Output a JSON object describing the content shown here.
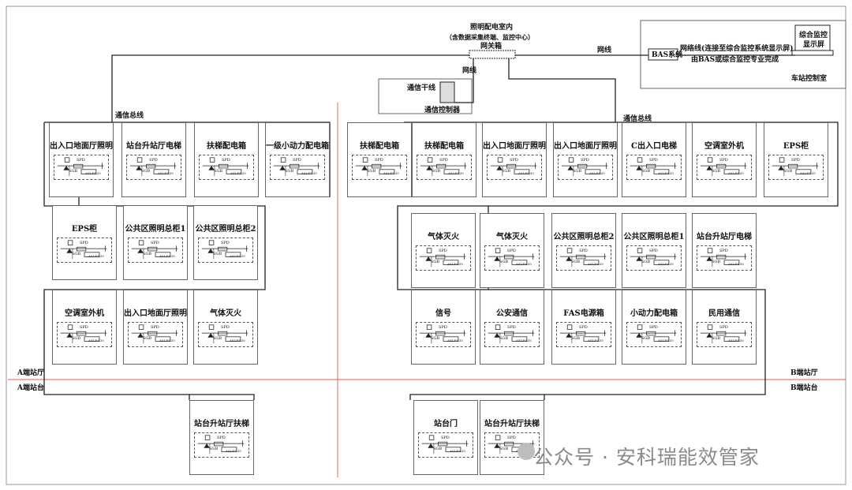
{
  "header": {
    "title_line1": "照明配电室内",
    "title_line2": "（含数据采集终端、监控中心）",
    "gateway": "网关箱",
    "network_line_1": "网线",
    "network_line_2": "网线",
    "comm_trunk": "通信干线",
    "comm_controller": "通信控制器"
  },
  "control_room": {
    "bas": "BAS系统",
    "network_note_1": "网络线(连接至综合监控系统显示屏)",
    "network_note_2": "由BAS或综合监控专业完成",
    "monitor_line1": "综合监控",
    "monitor_line2": "显示屏",
    "room_name": "车站控制室"
  },
  "bus_labels": {
    "left": "通信总线",
    "right": "通信总线"
  },
  "section_labels": {
    "a_hall": "A端站厅",
    "a_platform": "A端站台",
    "b_hall": "B端站厅",
    "b_platform": "B端站台"
  },
  "device_labels": {
    "spd": "SPD",
    "sgb": "SGB",
    "module": "ASLP-L35",
    "terminal": "Ⅱ"
  },
  "boxes": {
    "l1": [
      "出入口地面厅照明",
      "站台升站厅电梯",
      "扶梯配电箱",
      "一级小动力配电箱"
    ],
    "l2": [
      "EPS柜",
      "公共区照明总柜1",
      "公共区照明总柜2"
    ],
    "l3": [
      "空调室外机",
      "出入口地面厅照明",
      "气体灭火"
    ],
    "l4": [
      "站台升站厅扶梯"
    ],
    "r1": [
      "扶梯配电箱",
      "扶梯配电箱",
      "出入口地面厅照明",
      "出入口地面厅照明",
      "C出入口电梯",
      "空调室外机",
      "EPS柜"
    ],
    "r2": [
      "气体灭火",
      "气体灭火",
      "公共区照明总柜2",
      "公共区照明总柜1",
      "站台升站厅电梯"
    ],
    "r3": [
      "信号",
      "公安通信",
      "FAS电源箱",
      "小动力配电箱",
      "民用通信"
    ],
    "r4": [
      "站台门",
      "站台升站厅扶梯"
    ]
  },
  "watermark": "公众号 · 安科瑞能效管家"
}
